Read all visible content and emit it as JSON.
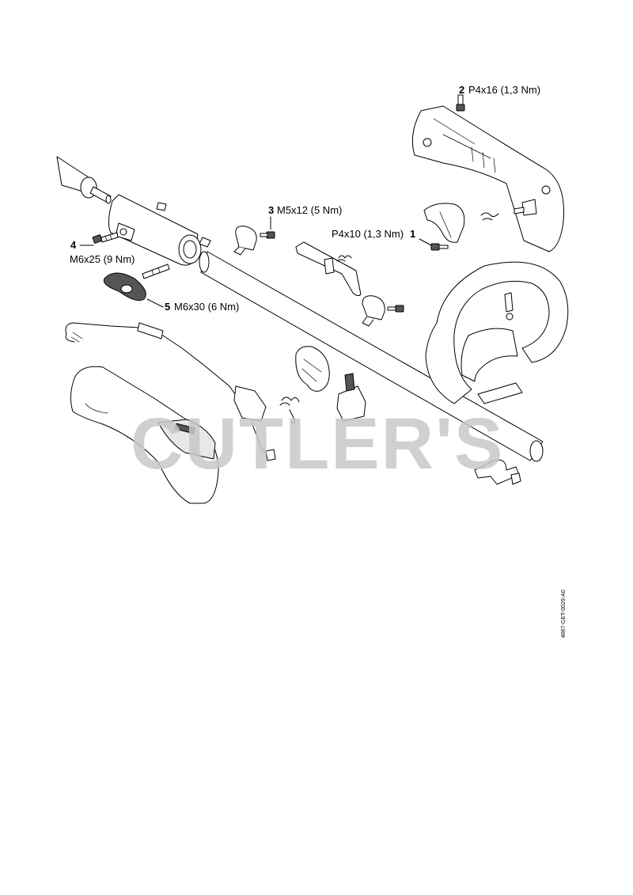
{
  "callouts": [
    {
      "number": "2",
      "spec": "P4x16 (1,3 Nm)"
    },
    {
      "number": "3",
      "spec": "M5x12 (5 Nm)"
    },
    {
      "number": "1",
      "spec": "P4x10 (1,3 Nm)"
    },
    {
      "number": "4",
      "spec": "M6x25 (9 Nm)"
    },
    {
      "number": "5",
      "spec": "M6x30 (6 Nm)"
    }
  ],
  "watermark": "CUTLER'S",
  "drawing_code": "4867-GET-0029-A0"
}
